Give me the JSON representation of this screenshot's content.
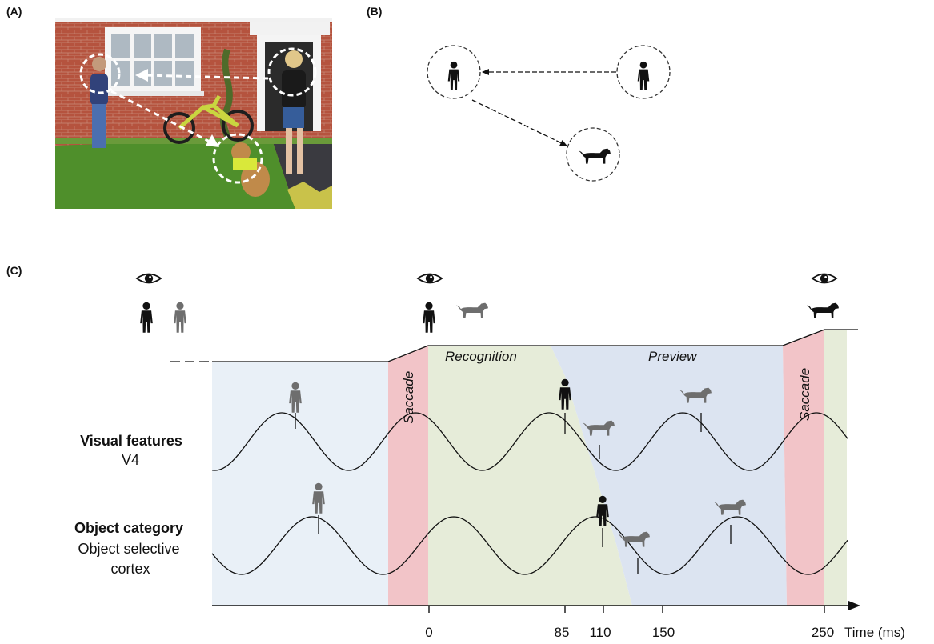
{
  "panels": {
    "a": "(A)",
    "b": "(B)",
    "c": "(C)"
  },
  "phases": {
    "saccade": "Saccade",
    "recognition": "Recognition",
    "preview": "Preview"
  },
  "rows": {
    "visual_title": "Visual features",
    "visual_sub": "V4",
    "object_title": "Object category",
    "object_sub_1": "Object selective",
    "object_sub_2": "cortex"
  },
  "time_axis": {
    "unit_label": "Time (ms)",
    "ticks": [
      "0",
      "85",
      "110",
      "150",
      "250"
    ]
  },
  "colors": {
    "before_saccade": "#e9f0f7",
    "saccade": "#f2c4c8",
    "recognition": "#e6ecd9",
    "preview": "#dce4f1",
    "icon_active": "#111111",
    "icon_preview": "#6e6e6e"
  }
}
